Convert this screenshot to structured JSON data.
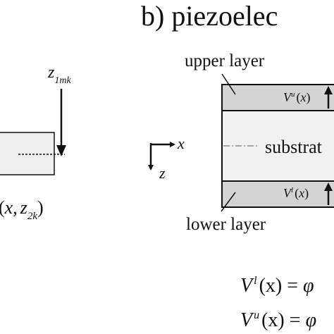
{
  "heading": "b) piezoelec",
  "left": {
    "force_base": "z",
    "force_sub": "1mk",
    "bottom_open": "(",
    "bottom_x": "x",
    "bottom_comma": ",",
    "bottom_z": "z",
    "bottom_sub": "2k",
    "bottom_close": ")"
  },
  "axes": {
    "x": "x",
    "z": "z"
  },
  "plate": {
    "upper_layer": "upper layer",
    "lower_layer": "lower layer",
    "substrate": "substrat",
    "upper_voltage": {
      "V": "V",
      "sup": "u",
      "arg_open": "(",
      "arg": "x",
      "arg_close": ")"
    },
    "lower_voltage": {
      "V": "V",
      "sup": "l",
      "arg_open": "(",
      "arg": "x",
      "arg_close": ")"
    }
  },
  "equations": [
    {
      "V": "V",
      "sup": "l",
      "lhs": "(x) = ",
      "rhs": "φ"
    },
    {
      "V": "V",
      "sup": "u",
      "lhs": "(x) = ",
      "rhs": "φ"
    }
  ],
  "colors": {
    "layer_fill": "#d4d4d4",
    "substrate_fill": "#f1f1f1",
    "beam_fill": "#efefef",
    "ink": "#111111",
    "dash_grey": "#9a9a9a"
  }
}
